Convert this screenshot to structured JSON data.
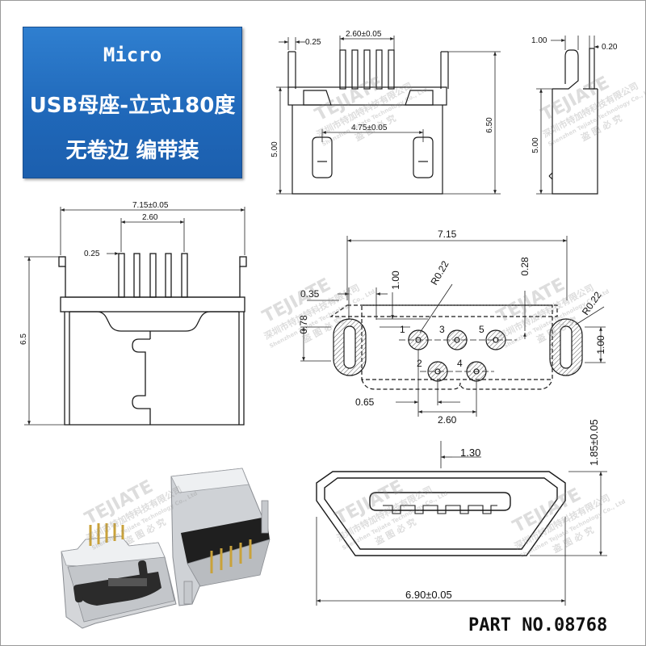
{
  "banner": {
    "line1": "Micro",
    "line2": "USB母座-立式180度",
    "line3": "无卷边 编带装"
  },
  "watermark": {
    "brand": "TEJIATE",
    "company_cn": "深圳市特加特科技有限公司",
    "company_en": "Shenzhen Tejiate Technology Co., Ltd",
    "notice": "盗 图 必 究"
  },
  "dims": {
    "top_left_025": "0.25",
    "top_pitch": "2.60±0.05",
    "top_height_500": "5.00",
    "top_height_650": "6.50",
    "top_slot": "4.75±0.05",
    "side_100": "1.00",
    "side_020": "0.20",
    "side_height_500": "5.00",
    "front_width": "7.15±0.05",
    "front_pitch": "2.60",
    "front_pin": "0.25",
    "front_height": "6.5",
    "fp_width": "7.15",
    "fp_r022_a": "R0.22",
    "fp_r022_b": "R0.22",
    "fp_028": "0.28",
    "fp_035": "0.35",
    "fp_100_left": "1.00",
    "fp_078": "0.78",
    "fp_100_right": "1.00",
    "fp_065": "0.65",
    "fp_260": "2.60",
    "pin1": "1",
    "pin2": "2",
    "pin3": "3",
    "pin4": "4",
    "pin5": "5",
    "open_130": "1.30",
    "open_height": "1.85±0.05",
    "open_width": "6.90±0.05"
  },
  "part_number": "PART NO.08768",
  "colors": {
    "banner": "#1f67b8",
    "line": "#1a1a1a",
    "hatch": "#444444"
  }
}
